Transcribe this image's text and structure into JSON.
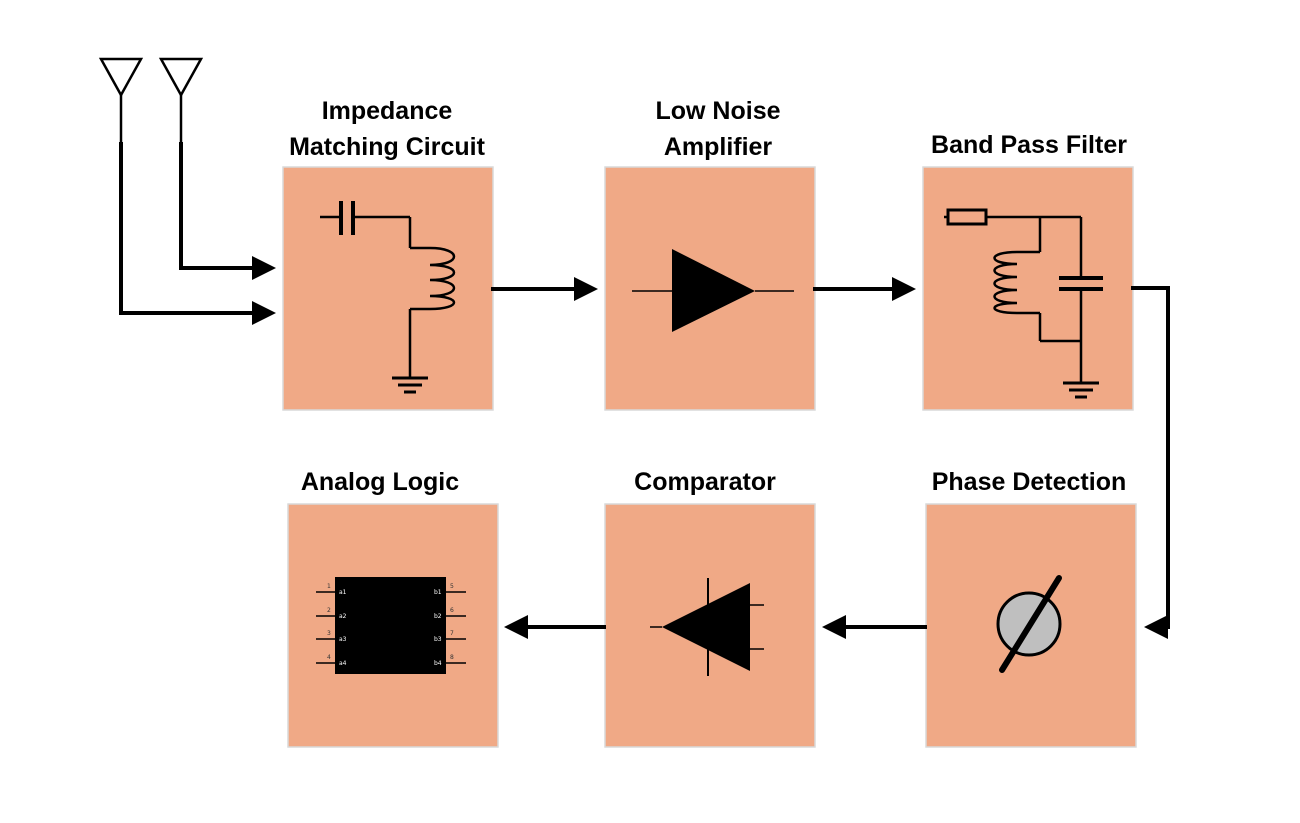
{
  "blocks": {
    "impedance": {
      "title_line1": "Impedance",
      "title_line2": "Matching Circuit"
    },
    "lna": {
      "title_line1": "Low Noise",
      "title_line2": "Amplifier"
    },
    "bpf": {
      "title": "Band Pass Filter"
    },
    "phase": {
      "title": "Phase Detection"
    },
    "comparator": {
      "title": "Comparator"
    },
    "analog": {
      "title": "Analog Logic"
    }
  },
  "chip_pins": {
    "left_numbers": [
      "1",
      "2",
      "3",
      "4"
    ],
    "left_labels": [
      "a1",
      "a2",
      "a3",
      "a4"
    ],
    "right_numbers": [
      "5",
      "6",
      "7",
      "8"
    ],
    "right_labels": [
      "b1",
      "b2",
      "b3",
      "b4"
    ]
  },
  "colors": {
    "block_fill": "#f0a986",
    "wire": "#000000",
    "phase_symbol_fill": "#bfbfbf"
  },
  "icons": [
    "antenna-icon",
    "capacitor-icon",
    "inductor-icon",
    "ground-icon",
    "amplifier-icon",
    "resistor-icon",
    "phase-detector-icon",
    "comparator-diode-icon",
    "ic-chip-icon"
  ]
}
